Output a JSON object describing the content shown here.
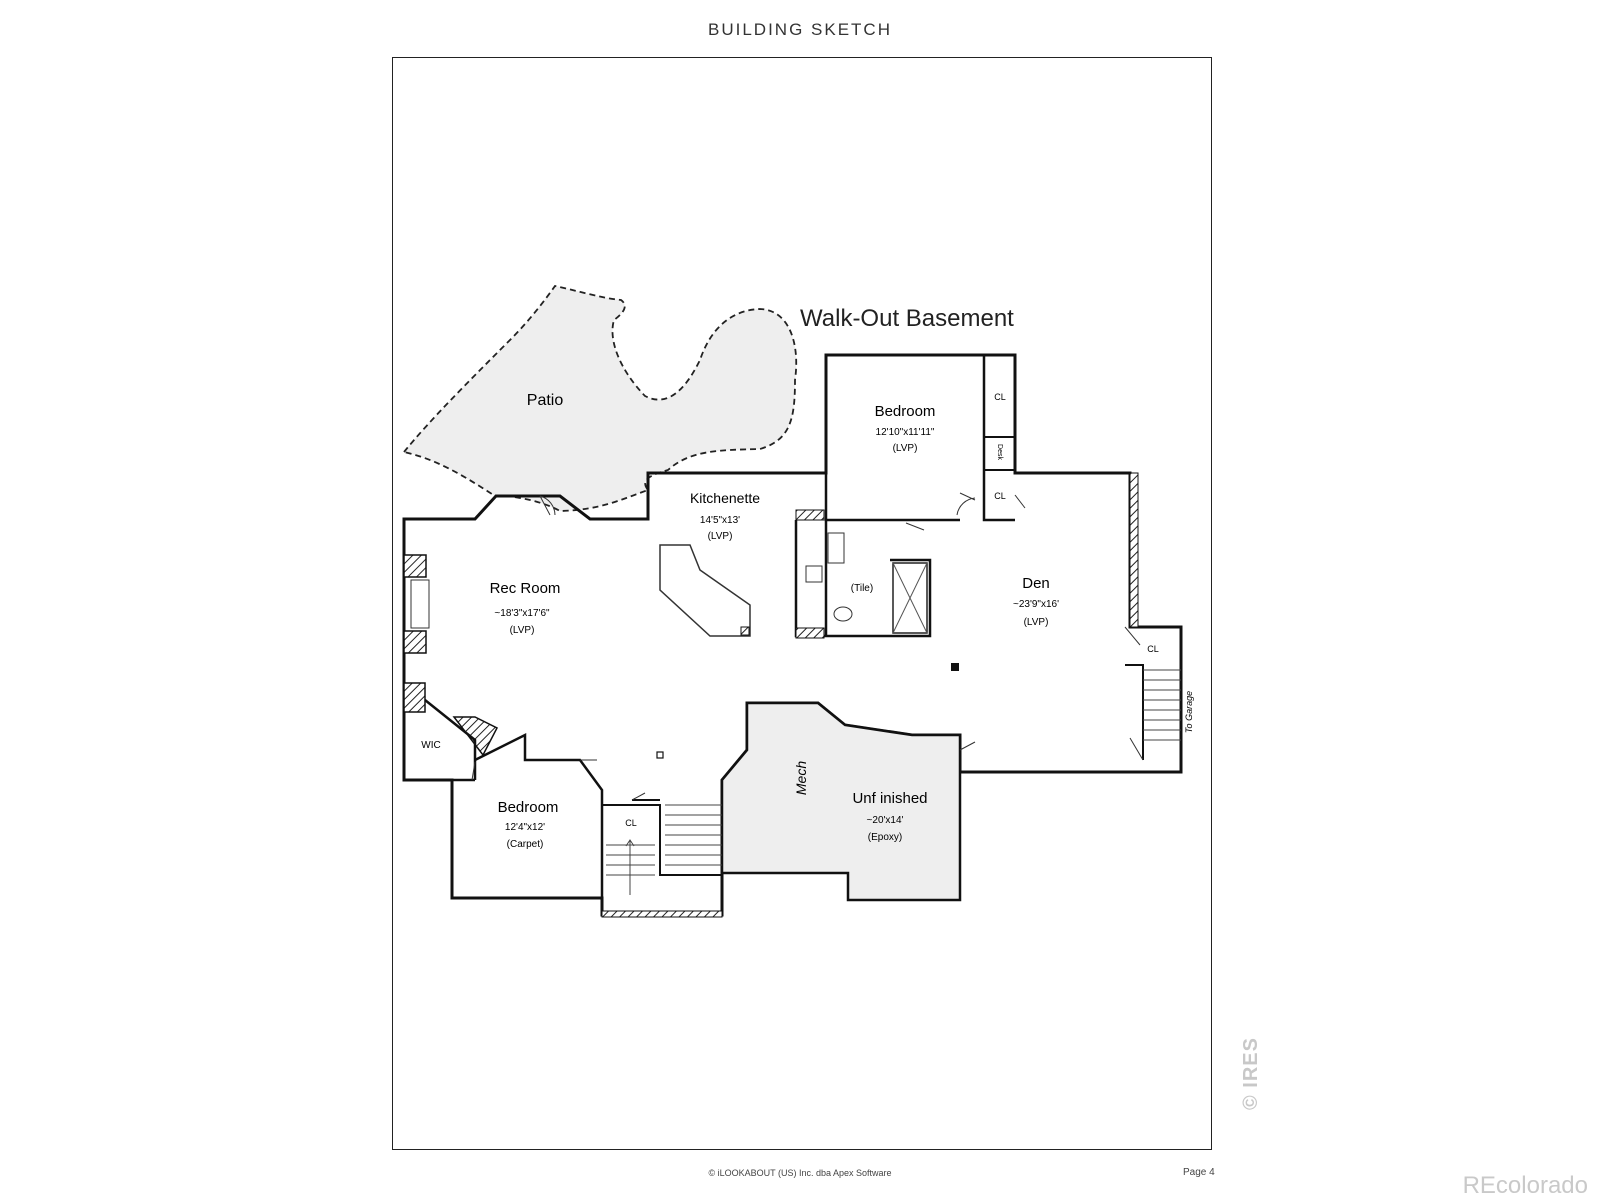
{
  "header": {
    "title": "BUILDING SKETCH"
  },
  "plan": {
    "title": "Walk-Out Basement",
    "rooms": {
      "patio": {
        "name": "Patio"
      },
      "bedroom_upper": {
        "name": "Bedroom",
        "size": "12'10\"x11'11\"",
        "floor": "(LVP)"
      },
      "kitchenette": {
        "name": "Kitchenette",
        "size": "14'5\"x13'",
        "floor": "(LVP)"
      },
      "rec_room": {
        "name": "Rec Room",
        "size": "~18'3\"x17'6\"",
        "floor": "(LVP)"
      },
      "bath": {
        "floor": "(Tile)"
      },
      "den": {
        "name": "Den",
        "size": "~23'9\"x16'",
        "floor": "(LVP)"
      },
      "bedroom_lower": {
        "name": "Bedroom",
        "size": "12'4\"x12'",
        "floor": "(Carpet)"
      },
      "unfinished": {
        "name": "Unf inished",
        "size": "~20'x14'",
        "floor": "(Epoxy)"
      }
    },
    "labels": {
      "cl_top": "CL",
      "desk": "Desk",
      "cl_mid": "CL",
      "cl_right": "CL",
      "cl_stair": "CL",
      "wic": "WIC",
      "mech": "Mech",
      "to_garage": "To Garage"
    }
  },
  "footer": {
    "copyright": "© iLOOKABOUT (US) Inc. dba Apex Software",
    "page": "Page 4"
  },
  "watermarks": {
    "ires": "© IRES",
    "recolorado": "REcolorado"
  }
}
